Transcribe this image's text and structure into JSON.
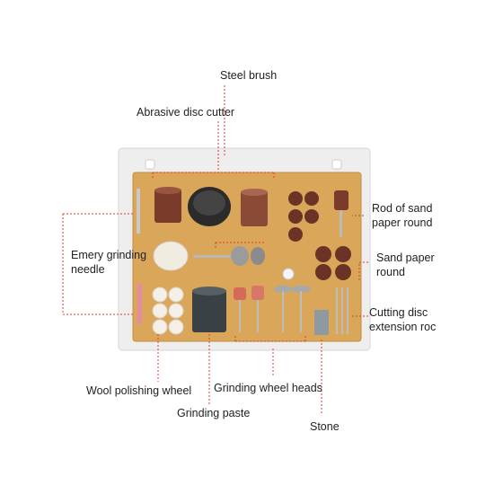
{
  "labels": {
    "steel_brush": "Steel brush",
    "abrasive_disc_cutter": "Abrasive disc cutter",
    "rod_of_sand_paper_round": [
      "Rod of sand",
      "paper round"
    ],
    "emery_grinding_needle": [
      "Emery grinding",
      "needle"
    ],
    "sand_paper_round": [
      "Sand paper",
      "round"
    ],
    "cutting_disc_extension_rod": [
      "Cutting disc",
      "extension roc"
    ],
    "wool_polishing_wheel": "Wool polishing wheel",
    "grinding_wheel_heads": "Grinding wheel heads",
    "grinding_paste": "Grinding paste",
    "stone": "Stone"
  },
  "colors": {
    "leader_line": "#e03a2f",
    "tray": "#d9a65a",
    "tray_frame": "#ececec",
    "text": "#222222"
  }
}
